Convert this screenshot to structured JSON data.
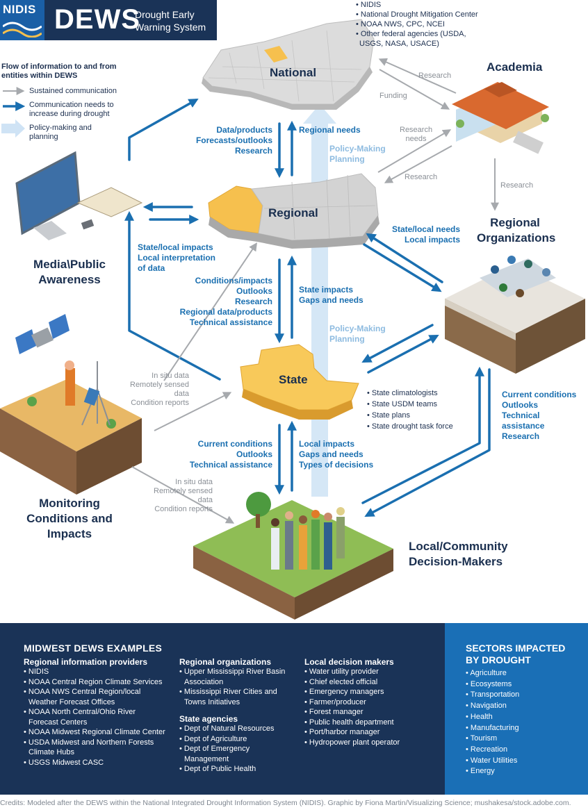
{
  "header": {
    "logo_text": "NIDIS",
    "brand": "DEWS",
    "subtitle_line1": "Drought Early",
    "subtitle_line2": "Warning System"
  },
  "national_providers": [
    "NIDIS",
    "National Drought Mitigation Center",
    "NOAA NWS, CPC, NCEI",
    "Other federal agencies (USDA,",
    "USGS, NASA, USACE)"
  ],
  "legend": {
    "title_line1": "Flow of information to and from",
    "title_line2": "entities within DEWS",
    "sustained": "Sustained communication",
    "increase_line1": "Communication needs to",
    "increase_line2": "increase during drought",
    "policy_line1": "Policy-making and",
    "policy_line2": "planning"
  },
  "entities": {
    "national": "National",
    "regional": "Regional",
    "state": "State",
    "academia": "Academia",
    "regional_orgs_line1": "Regional",
    "regional_orgs_line2": "Organizations",
    "media_line1": "Media\\Public",
    "media_line2": "Awareness",
    "monitoring_line1": "Monitoring",
    "monitoring_line2": "Conditions and",
    "monitoring_line3": "Impacts",
    "local_line1": "Local/Community",
    "local_line2": "Decision-Makers"
  },
  "flows": {
    "nat_down": [
      "Data/products",
      "Forecasts/outlooks",
      "Research"
    ],
    "nat_up": "Regional needs",
    "policy1": [
      "Policy-Making",
      "Planning"
    ],
    "media_up": [
      "State/local impacts",
      "Local interpretation",
      "of data"
    ],
    "reg_down": [
      "Conditions/impacts",
      "Outlooks",
      "Research",
      "Regional data/products",
      "Technical assistance"
    ],
    "reg_up": [
      "State impacts",
      "Gaps and needs"
    ],
    "policy2": [
      "Policy-Making",
      "Planning"
    ],
    "orgs_in": [
      "State/local needs",
      "Local impacts"
    ],
    "state_down": [
      "Current conditions",
      "Outlooks",
      "Technical assistance"
    ],
    "state_up": [
      "Local impacts",
      "Gaps and needs",
      "Types of decisions"
    ],
    "orgs_down": [
      "Current conditions",
      "Outlooks",
      "Technical",
      "assistance",
      "Research"
    ],
    "research1": "Research",
    "funding": "Funding",
    "research_needs": [
      "Research",
      "needs"
    ],
    "research2": "Research",
    "research3": "Research",
    "monitor1": [
      "In situ data",
      "Remotely sensed data",
      "Condition reports"
    ],
    "monitor2": [
      "In situ data",
      "Remotely sensed data",
      "Condition reports"
    ]
  },
  "state_list": [
    "State climatologists",
    "State USDM teams",
    "State plans",
    "State drought task force"
  ],
  "examples": {
    "title": "MIDWEST DEWS EXAMPLES",
    "providers_head": "Regional information providers",
    "providers": [
      "NIDIS",
      "NOAA Central Region Climate Services",
      "NOAA NWS Central Region/local",
      "Weather Forecast Offices",
      "NOAA North Central/Ohio River",
      "Forecast Centers",
      "NOAA Midwest Regional Climate Center",
      "USDA Midwest and Northern Forests",
      "Climate Hubs",
      "USGS Midwest CASC"
    ],
    "orgs_head": "Regional organizations",
    "orgs": [
      "Upper Mississippi River Basin",
      "Association",
      "Mississippi River Cities and",
      "Towns Initiatives"
    ],
    "agencies_head": "State agencies",
    "agencies": [
      "Dept of Natural Resources",
      "Dept of Agriculture",
      "Dept of Emergency",
      "Management",
      "Dept of Public Health"
    ],
    "local_head": "Local decision makers",
    "local": [
      "Water utility provider",
      "Chief elected official",
      "Emergency managers",
      "Farmer/producer",
      "Forest manager",
      "Public health department",
      "Port/harbor manager",
      "Hydropower plant operator"
    ]
  },
  "sectors": {
    "title_line1": "SECTORS IMPACTED",
    "title_line2": "BY DROUGHT",
    "items": [
      "Agriculture",
      "Ecosystems",
      "Transportation",
      "Navigation",
      "Health",
      "Manufacturing",
      "Tourism",
      "Recreation",
      "Water Utilities",
      "Energy"
    ]
  },
  "credits": "Credits: Modeled after the DEWS within the National Integrated Drought Information System (NIDIS). Graphic by Fiona Martin/Visualizing Science; mushakesa/stock.adobe.com.",
  "colors": {
    "navy": "#1a3357",
    "blue": "#1a6fb0",
    "light_blue": "#cfe3f5",
    "gray": "#a6a9ad",
    "yellow": "#f6c04e"
  }
}
